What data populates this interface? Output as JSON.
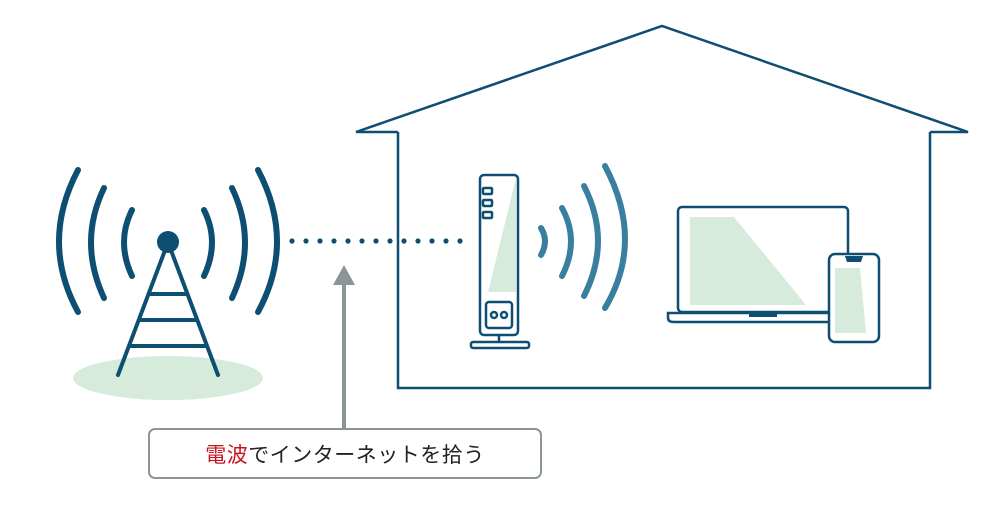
{
  "caption": {
    "highlight": "電波",
    "rest": "でインターネットを拾う"
  },
  "colors": {
    "primary": "#0e4e72",
    "wave_outer": "#3a7fa0",
    "fill_green": "#d6ebdc",
    "arrow_gray": "#8c9596",
    "accent_red": "#c8141e"
  },
  "icons": [
    "cell-tower-icon",
    "router-icon",
    "laptop-icon",
    "smartphone-icon",
    "house-outline"
  ]
}
